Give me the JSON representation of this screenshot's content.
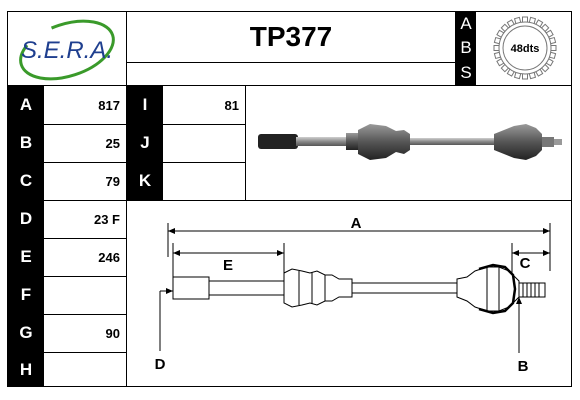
{
  "header": {
    "brand": "S.E.R.A.",
    "part_number": "TP377",
    "abs_letters": [
      "A",
      "B",
      "S"
    ],
    "abs_teeth": "48dts"
  },
  "specs_left": [
    {
      "label": "A",
      "value": "817"
    },
    {
      "label": "B",
      "value": "25"
    },
    {
      "label": "C",
      "value": "79"
    },
    {
      "label": "D",
      "value": "23 F"
    },
    {
      "label": "E",
      "value": "246"
    },
    {
      "label": "F",
      "value": ""
    },
    {
      "label": "G",
      "value": "90"
    },
    {
      "label": "H",
      "value": ""
    }
  ],
  "specs_mid": [
    {
      "label": "I",
      "value": "81"
    },
    {
      "label": "J",
      "value": ""
    },
    {
      "label": "K",
      "value": ""
    }
  ],
  "diagram": {
    "label_a": "A",
    "label_b": "B",
    "label_c": "C",
    "label_d": "D",
    "label_e": "E"
  },
  "colors": {
    "label_bg": "#000000",
    "brand_green": "#3a9a2a",
    "brand_blue": "#1f3f8f"
  }
}
